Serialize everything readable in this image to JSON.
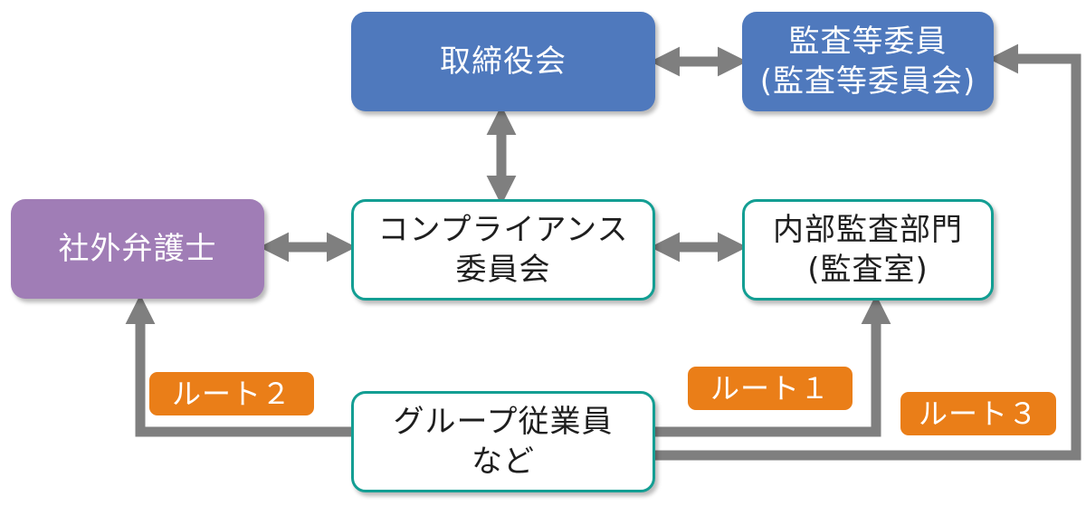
{
  "nodes": {
    "board": {
      "line1": "取締役会"
    },
    "audit_committee": {
      "line1": "監査等委員",
      "line2": "(監査等委員会)"
    },
    "compliance_committee": {
      "line1": "コンプライアンス",
      "line2": "委員会"
    },
    "external_lawyer": {
      "line1": "社外弁護士"
    },
    "internal_audit": {
      "line1": "内部監査部門",
      "line2": "(監査室)"
    },
    "employees": {
      "line1": "グループ従業員",
      "line2": "など"
    }
  },
  "routes": {
    "route1": "ルート１",
    "route2": "ルート２",
    "route3": "ルート３"
  },
  "colors": {
    "box_blue": "#4f79bd",
    "box_purple": "#a07db6",
    "box_border_teal": "#139e93",
    "route_orange": "#ea7e18",
    "connector_gray": "#7f7f7f"
  }
}
